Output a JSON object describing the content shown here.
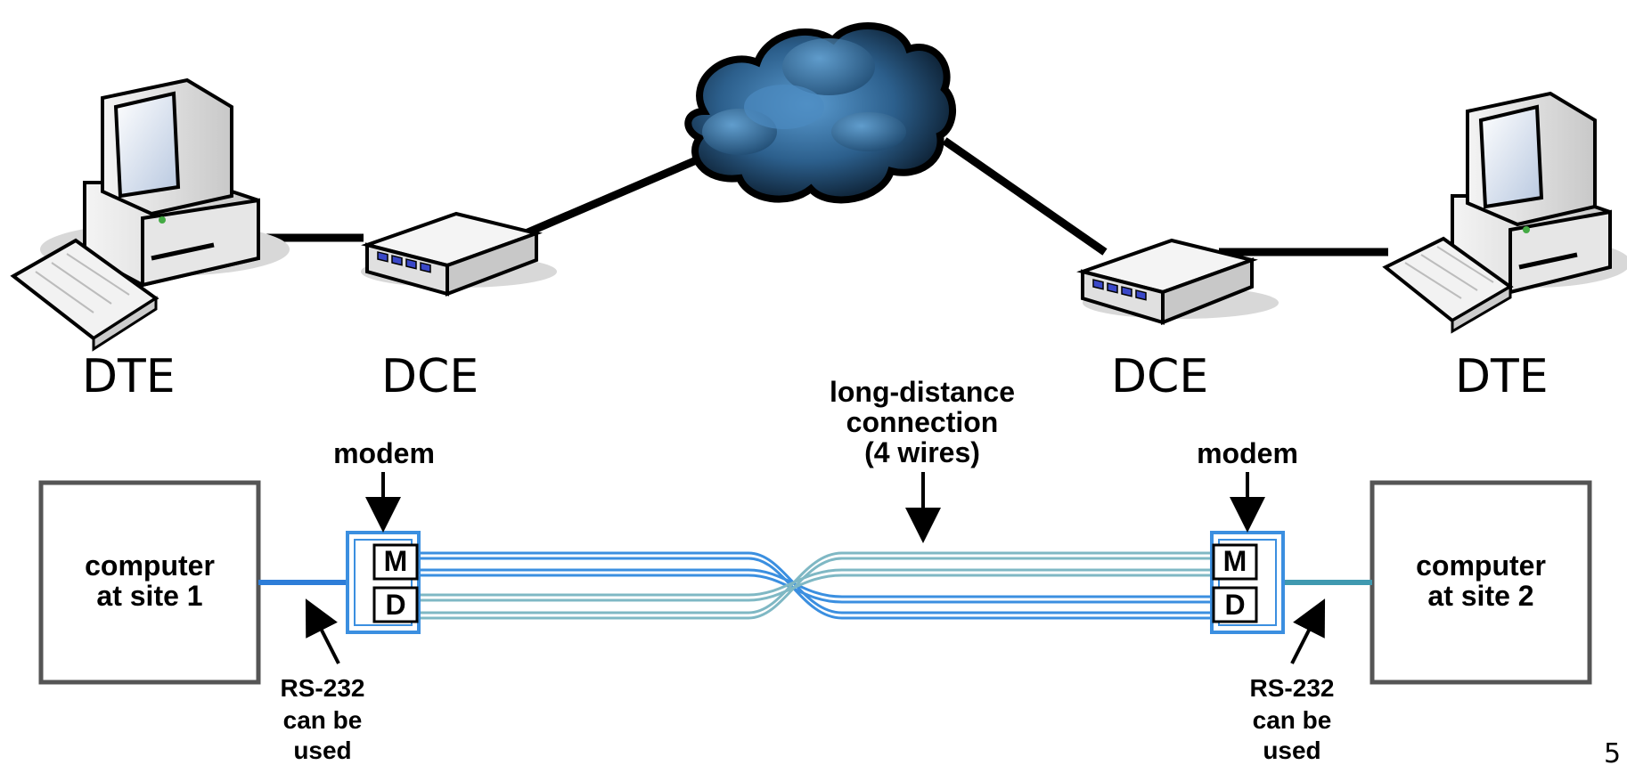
{
  "top_labels": {
    "dte_left": "DTE",
    "dce_left": "DCE",
    "dce_right": "DCE",
    "dte_right": "DTE"
  },
  "bottom": {
    "modem_left": "modem",
    "modem_right": "modem",
    "long_distance": [
      "long-distance",
      "connection",
      "(4 wires)"
    ],
    "computer_left": [
      "computer",
      "at site 1"
    ],
    "computer_right": [
      "computer",
      "at site 2"
    ],
    "rs232_left": [
      "RS-232",
      "can be",
      "used"
    ],
    "rs232_right": [
      "RS-232",
      "can be",
      "used"
    ],
    "m_label": "M",
    "d_label": "D"
  },
  "page_number": "5",
  "colors": {
    "wire_blue": "#3b8fe0",
    "wire_teal": "#7fb8c4",
    "cloud_dark": "#0d2236",
    "cloud_light": "#4a88bf"
  }
}
